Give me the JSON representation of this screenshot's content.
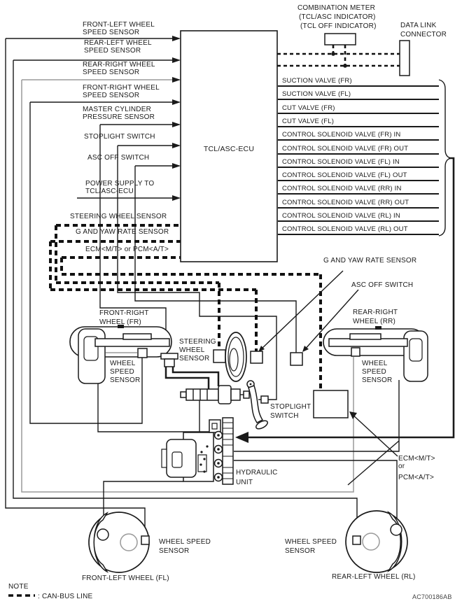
{
  "diagram": {
    "combination_meter": {
      "l1": "COMBINATION METER",
      "l2": "(TCL/ASC INDICATOR)",
      "l3": "(TCL OFF INDICATOR)"
    },
    "data_link_connector": {
      "l1": "DATA LINK",
      "l2": "CONNECTOR"
    },
    "ecu_label": "TCL/ASC-ECU",
    "inputs": [
      {
        "l1": "FRONT-LEFT WHEEL",
        "l2": "SPEED SENSOR"
      },
      {
        "l1": "REAR-LEFT WHEEL",
        "l2": "SPEED SENSOR"
      },
      {
        "l1": "REAR-RIGHT WHEEL",
        "l2": "SPEED SENSOR"
      },
      {
        "l1": "FRONT-RIGHT WHEEL",
        "l2": "SPEED SENSOR"
      },
      {
        "l1": "MASTER CYLINDER",
        "l2": "PRESSURE SENSOR"
      },
      {
        "l1": "STOPLIGHT SWITCH",
        "l2": ""
      },
      {
        "l1": "ASC OFF SWITCH",
        "l2": ""
      },
      {
        "l1": "POWER SUPPLY TO",
        "l2": "TCL/ASC-ECU"
      },
      {
        "l1": "STEERING WHEEL SENSOR",
        "l2": ""
      },
      {
        "l1": "G AND YAW RATE SENSOR",
        "l2": ""
      },
      {
        "l1": "ECM<M/T> or PCM<A/T>",
        "l2": ""
      }
    ],
    "outputs": [
      "SUCTION VALVE (FR)",
      "SUCTION VALVE (FL)",
      "CUT VALVE (FR)",
      "CUT VALVE (FL)",
      "CONTROL SOLENOID VALVE (FR) IN",
      "CONTROL SOLENOID VALVE (FR) OUT",
      "CONTROL SOLENOID VALVE (FL) IN",
      "CONTROL SOLENOID VALVE (FL) OUT",
      "CONTROL SOLENOID VALVE (RR) IN",
      "CONTROL SOLENOID VALVE (RR) OUT",
      "CONTROL SOLENOID VALVE (RL) IN",
      "CONTROL SOLENOID VALVE (RL) OUT"
    ],
    "callouts": {
      "g_yaw": "G AND YAW RATE SENSOR",
      "asc_off": "ASC OFF SWITCH",
      "front_right_wheel": {
        "l1": "FRONT-RIGHT",
        "l2": "WHEEL (FR)"
      },
      "rear_right_wheel": {
        "l1": "REAR-RIGHT",
        "l2": "WHEEL (RR)"
      },
      "steering_sensor": {
        "l1": "STEERING",
        "l2": "WHEEL",
        "l3": "SENSOR"
      },
      "wss_front_right": {
        "l1": "WHEEL",
        "l2": "SPEED",
        "l3": "SENSOR"
      },
      "wss_rear_right": {
        "l1": "WHEEL",
        "l2": "SPEED",
        "l3": "SENSOR"
      },
      "stoplight_switch": {
        "l1": "STOPLIGHT",
        "l2": "SWITCH"
      },
      "hydraulic_unit": {
        "l1": "HYDRAULIC",
        "l2": "UNIT"
      },
      "ecm": {
        "l1": "ECM<M/T>",
        "l2": "or",
        "l3": "PCM<A/T>"
      },
      "wss_front_left": {
        "l1": "WHEEL SPEED",
        "l2": "SENSOR"
      },
      "wss_rear_left": {
        "l1": "WHEEL SPEED",
        "l2": "SENSOR"
      },
      "front_left_wheel": "FRONT-LEFT WHEEL (FL)",
      "rear_left_wheel": "REAR-LEFT WHEEL (RL)"
    },
    "note": {
      "title": "NOTE",
      "legend": ": CAN-BUS LINE"
    },
    "doc_code": "AC700186AB",
    "colors": {
      "line": "#1a1a1a",
      "muted": "#9a9a9a",
      "background": "#ffffff"
    }
  }
}
